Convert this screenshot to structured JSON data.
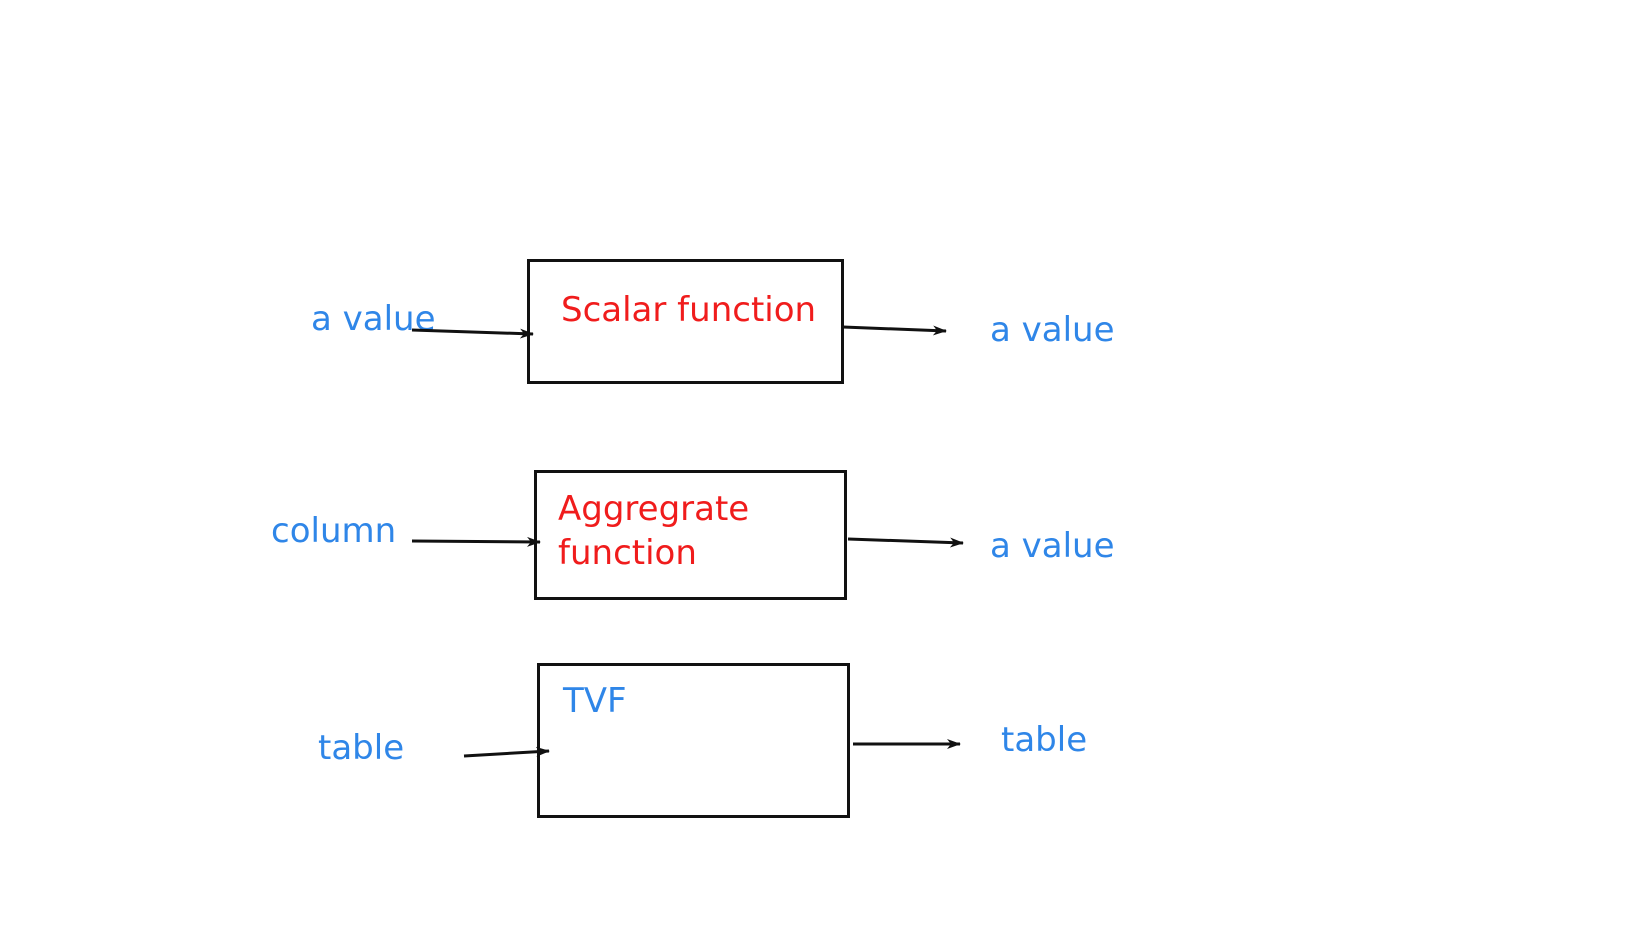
{
  "colors": {
    "io_text": "#2f86e8",
    "function_text": "#f01c1c",
    "tvf_text": "#2f86e8",
    "stroke": "#111111"
  },
  "rows": [
    {
      "input": "a value",
      "function": "Scalar function",
      "output": "a value"
    },
    {
      "input": "column",
      "function_line1": "Aggregrate",
      "function_line2": "function",
      "output": "a value"
    },
    {
      "input": "table",
      "function": "TVF",
      "output": "table"
    }
  ]
}
